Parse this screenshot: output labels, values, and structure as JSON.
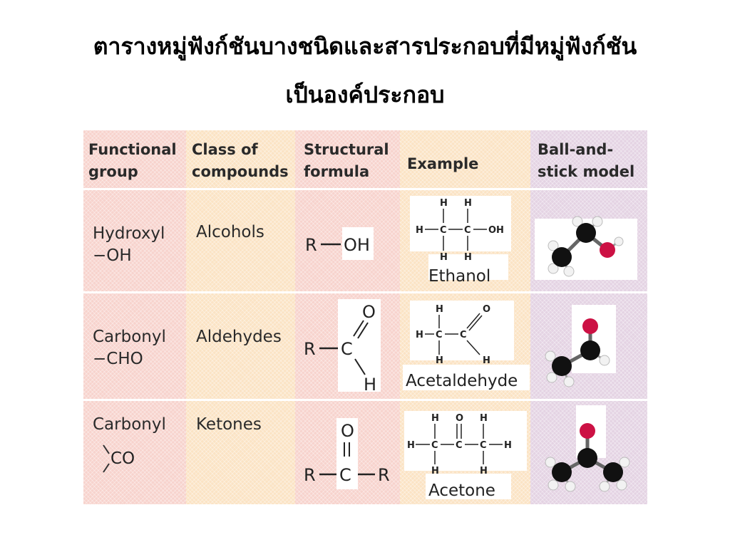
{
  "title": {
    "line1": "ตารางหมู่ฟังก์ชันบางชนิดและสารประกอบที่มีหมู่ฟังก์ชัน",
    "line2": "เป็นองค์ประกอบ"
  },
  "table": {
    "headers": {
      "functional_group": [
        "Functional",
        "group"
      ],
      "class_of_compounds": [
        "Class of",
        "compounds"
      ],
      "structural_formula": [
        "Structural",
        "formula"
      ],
      "example": "Example",
      "model": [
        "Ball-and-",
        "stick model"
      ]
    },
    "rows": [
      {
        "group_name": "Hydroxyl",
        "group_formula": "−OH",
        "class": "Alcohols",
        "formula": {
          "r": "R",
          "oh": "OH"
        },
        "example_name": "Ethanol",
        "atoms": {
          "h": "H",
          "c": "C",
          "o": "O",
          "oh": "OH"
        }
      },
      {
        "group_name": "Carbonyl",
        "group_formula": "−CHO",
        "class": "Aldehydes",
        "formula": {
          "r": "R",
          "c": "C",
          "o": "O",
          "h": "H"
        },
        "example_name": "Acetaldehyde"
      },
      {
        "group_name": "Carbonyl",
        "group_formula": "CO",
        "class": "Ketones",
        "formula": {
          "r": "R",
          "c": "C",
          "o": "O"
        },
        "example_name": "Acetone"
      }
    ]
  },
  "colors": {
    "col_pink": "#f7d3cd",
    "col_orange": "#fbe3c4",
    "col_purple": "#e4d3e3",
    "carbon": "#111111",
    "oxygen": "#cc1144",
    "hydrogen": "#f2f2f2"
  }
}
